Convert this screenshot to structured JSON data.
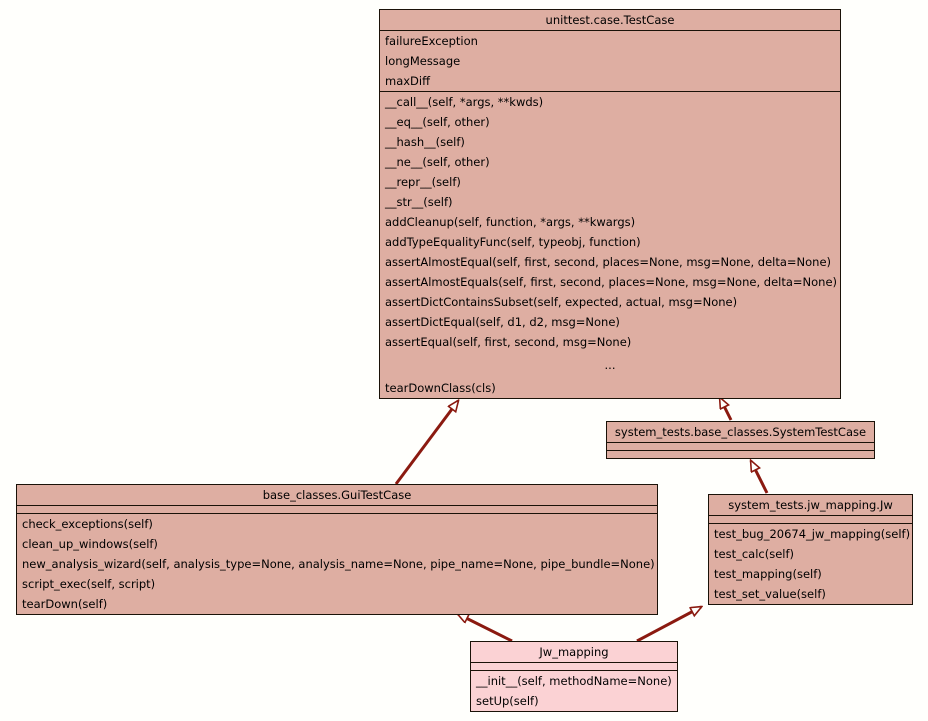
{
  "diagram": {
    "kind": "uml-class-diagram",
    "background_color": "#fffffc",
    "class_fill_color": "#deaea2",
    "subclass_fill_color": "#fbd2d4",
    "border_color": "#1a1208",
    "relation_color": "#8b1a10",
    "relation_type": "inheritance"
  },
  "classes": {
    "testcase": {
      "name": "unittest.case.TestCase",
      "attributes": [
        "failureException",
        "longMessage",
        "maxDiff"
      ],
      "methods": [
        "__call__(self, *args, **kwds)",
        "__eq__(self, other)",
        "__hash__(self)",
        "__ne__(self, other)",
        "__repr__(self)",
        "__str__(self)",
        "addCleanup(self, function, *args, **kwargs)",
        "addTypeEqualityFunc(self, typeobj, function)",
        "assertAlmostEqual(self, first, second, places=None, msg=None, delta=None)",
        "assertAlmostEquals(self, first, second, places=None, msg=None, delta=None)",
        "assertDictContainsSubset(self, expected, actual, msg=None)",
        "assertDictEqual(self, d1, d2, msg=None)",
        "assertEqual(self, first, second, msg=None)",
        "...",
        "tearDownClass(cls)"
      ]
    },
    "systemtestcase": {
      "name": "system_tests.base_classes.SystemTestCase",
      "attributes": [],
      "methods": []
    },
    "guitestcase": {
      "name": "base_classes.GuiTestCase",
      "attributes": [],
      "methods": [
        "check_exceptions(self)",
        "clean_up_windows(self)",
        "new_analysis_wizard(self, analysis_type=None, analysis_name=None, pipe_name=None, pipe_bundle=None)",
        "script_exec(self, script)",
        "tearDown(self)"
      ]
    },
    "jw": {
      "name": "system_tests.jw_mapping.Jw",
      "attributes": [],
      "methods": [
        "test_bug_20674_jw_mapping(self)",
        "test_calc(self)",
        "test_mapping(self)",
        "test_set_value(self)"
      ]
    },
    "jwmapping": {
      "name": "Jw_mapping",
      "attributes": [],
      "methods": [
        "__init__(self, methodName=None)",
        "setUp(self)"
      ]
    }
  },
  "relations": [
    {
      "name": "guitestcase-inherits-testcase",
      "from": "base_classes.GuiTestCase",
      "to": "unittest.case.TestCase"
    },
    {
      "name": "systemtestcase-inherits-testcase",
      "from": "system_tests.base_classes.SystemTestCase",
      "to": "unittest.case.TestCase"
    },
    {
      "name": "jw-inherits-systemtestcase",
      "from": "system_tests.jw_mapping.Jw",
      "to": "system_tests.base_classes.SystemTestCase"
    },
    {
      "name": "jwmapping-inherits-guitestcase",
      "from": "Jw_mapping",
      "to": "base_classes.GuiTestCase"
    },
    {
      "name": "jwmapping-inherits-jw",
      "from": "Jw_mapping",
      "to": "system_tests.jw_mapping.Jw"
    }
  ]
}
